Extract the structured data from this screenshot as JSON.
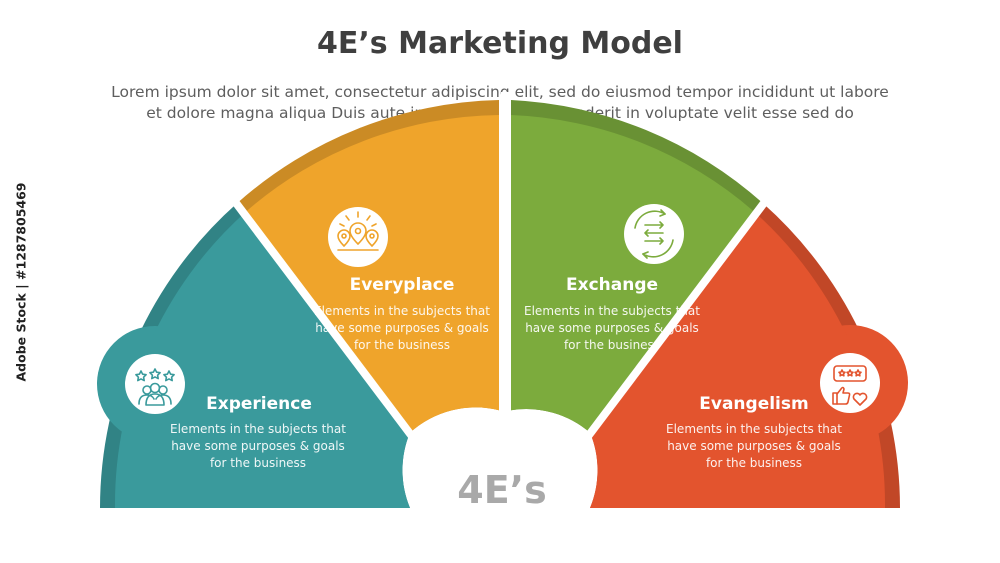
{
  "title": "4E’s Marketing Model",
  "subtitle": {
    "line1": "Lorem ipsum dolor sit amet, consectetur adipiscing elit, sed do eiusmod tempor incididunt ut labore",
    "line2": "et dolore magna aliqua Duis aute irure dolor in reprehenderit in voluptate velit esse sed do"
  },
  "center_label": "4E’s",
  "segments": [
    {
      "name": "Experience",
      "color": "#3a9a9c",
      "icon": "customers-rating-icon",
      "desc": [
        "Elements in the subjects that",
        "have  some purposes & goals",
        "for the  business"
      ]
    },
    {
      "name": "Everyplace",
      "color": "#efa42b",
      "icon": "location-pins-icon",
      "desc": [
        "Elements in the subjects that",
        "have  some purposes & goals",
        "for the  business"
      ]
    },
    {
      "name": "Exchange",
      "color": "#7cab3d",
      "icon": "exchange-arrows-icon",
      "desc": [
        "Elements in the subjects that",
        "have  some purposes & goals",
        "for the  business"
      ]
    },
    {
      "name": "Evangelism",
      "color": "#e3542e",
      "icon": "feedback-like-icon",
      "desc": [
        "Elements in the subjects that",
        "have  some purposes & goals",
        "for the  business"
      ]
    }
  ],
  "watermark": "Adobe Stock | #1287805469"
}
